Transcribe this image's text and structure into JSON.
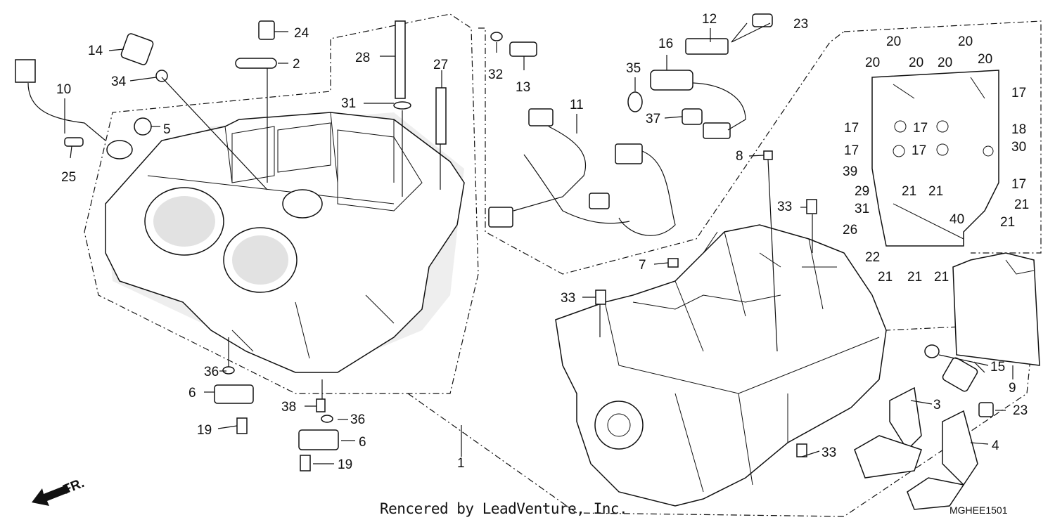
{
  "credit": "Rencered by LeadVenture, Inc.",
  "diagram_code": "MGHEE1501",
  "direction_label": "FR.",
  "part_labels": [
    {
      "id": "l-1",
      "text": "1"
    },
    {
      "id": "l-2",
      "text": "2"
    },
    {
      "id": "l-3",
      "text": "3"
    },
    {
      "id": "l-4",
      "text": "4"
    },
    {
      "id": "l-5",
      "text": "5"
    },
    {
      "id": "l-6a",
      "text": "6"
    },
    {
      "id": "l-6b",
      "text": "6"
    },
    {
      "id": "l-7",
      "text": "7"
    },
    {
      "id": "l-8",
      "text": "8"
    },
    {
      "id": "l-9",
      "text": "9"
    },
    {
      "id": "l-10",
      "text": "10"
    },
    {
      "id": "l-11",
      "text": "11"
    },
    {
      "id": "l-12",
      "text": "12"
    },
    {
      "id": "l-13",
      "text": "13"
    },
    {
      "id": "l-14",
      "text": "14"
    },
    {
      "id": "l-15",
      "text": "15"
    },
    {
      "id": "l-16",
      "text": "16"
    },
    {
      "id": "l-17a",
      "text": "17"
    },
    {
      "id": "l-17b",
      "text": "17"
    },
    {
      "id": "l-17c",
      "text": "17"
    },
    {
      "id": "l-17d",
      "text": "17"
    },
    {
      "id": "l-17e",
      "text": "17"
    },
    {
      "id": "l-17f",
      "text": "17"
    },
    {
      "id": "l-18",
      "text": "18"
    },
    {
      "id": "l-19a",
      "text": "19"
    },
    {
      "id": "l-19b",
      "text": "19"
    },
    {
      "id": "l-20a",
      "text": "20"
    },
    {
      "id": "l-20b",
      "text": "20"
    },
    {
      "id": "l-20c",
      "text": "20"
    },
    {
      "id": "l-20d",
      "text": "20"
    },
    {
      "id": "l-20e",
      "text": "20"
    },
    {
      "id": "l-20f",
      "text": "20"
    },
    {
      "id": "l-21a",
      "text": "21"
    },
    {
      "id": "l-21b",
      "text": "21"
    },
    {
      "id": "l-21c",
      "text": "21"
    },
    {
      "id": "l-21d",
      "text": "21"
    },
    {
      "id": "l-21e",
      "text": "21"
    },
    {
      "id": "l-21f",
      "text": "21"
    },
    {
      "id": "l-21g",
      "text": "21"
    },
    {
      "id": "l-22",
      "text": "22"
    },
    {
      "id": "l-23a",
      "text": "23"
    },
    {
      "id": "l-23b",
      "text": "23"
    },
    {
      "id": "l-24",
      "text": "24"
    },
    {
      "id": "l-25",
      "text": "25"
    },
    {
      "id": "l-26",
      "text": "26"
    },
    {
      "id": "l-27",
      "text": "27"
    },
    {
      "id": "l-28",
      "text": "28"
    },
    {
      "id": "l-29",
      "text": "29"
    },
    {
      "id": "l-30",
      "text": "30"
    },
    {
      "id": "l-31a",
      "text": "31"
    },
    {
      "id": "l-31b",
      "text": "31"
    },
    {
      "id": "l-32",
      "text": "32"
    },
    {
      "id": "l-33a",
      "text": "33"
    },
    {
      "id": "l-33b",
      "text": "33"
    },
    {
      "id": "l-33c",
      "text": "33"
    },
    {
      "id": "l-34",
      "text": "34"
    },
    {
      "id": "l-35",
      "text": "35"
    },
    {
      "id": "l-36a",
      "text": "36"
    },
    {
      "id": "l-36b",
      "text": "36"
    },
    {
      "id": "l-37",
      "text": "37"
    },
    {
      "id": "l-38",
      "text": "38"
    },
    {
      "id": "l-39",
      "text": "39"
    },
    {
      "id": "l-40",
      "text": "40"
    }
  ]
}
